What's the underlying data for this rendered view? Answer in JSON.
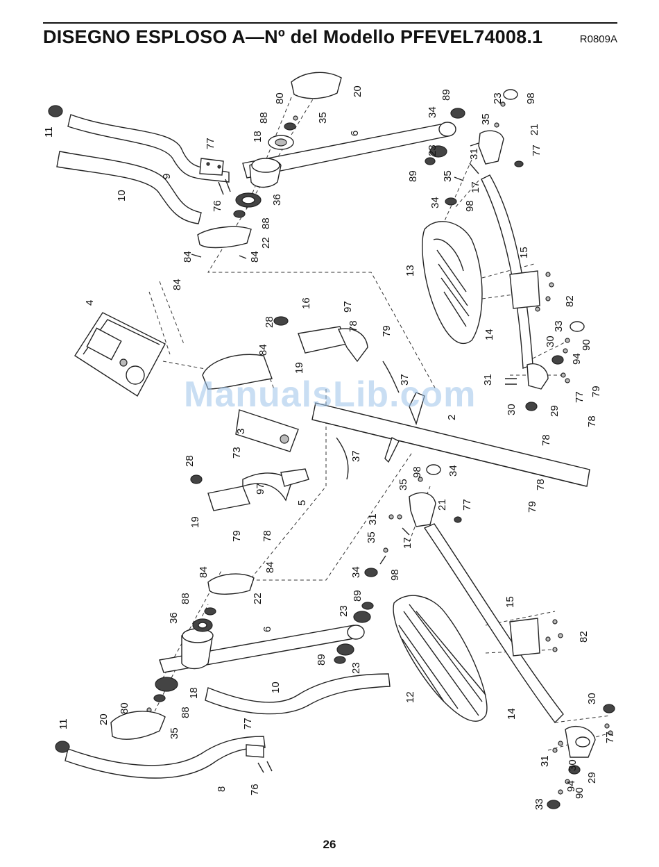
{
  "header": {
    "title": "DISEGNO ESPLOSO A—Nº del Modello PFEVEL74008.1",
    "code": "R0809A"
  },
  "footer": {
    "page_number": "26"
  },
  "watermark": "ManualsLib.com",
  "part_labels": {
    "p1": "11",
    "p2": "10",
    "p3": "9",
    "p4": "77",
    "p5": "76",
    "p6": "80",
    "p7": "20",
    "p8": "88",
    "p9": "35",
    "p10": "18",
    "p11": "6",
    "p12": "36",
    "p13": "88",
    "p14": "22",
    "p15": "84",
    "p16": "84",
    "p17": "89",
    "p18": "23",
    "p19": "98",
    "p20": "34",
    "p21": "35",
    "p22": "21",
    "p23": "23",
    "p24": "31",
    "p25": "77",
    "p26": "89",
    "p27": "35",
    "p28": "17",
    "p29": "34",
    "p30": "98",
    "p31": "13",
    "p32": "15",
    "p33": "82",
    "p34": "14",
    "p35": "33",
    "p36": "90",
    "p37": "30",
    "p38": "94",
    "p39": "31",
    "p40": "77",
    "p41": "29",
    "p42": "30",
    "p43": "79",
    "p44": "78",
    "p45": "78",
    "p46": "4",
    "p47": "84",
    "p48": "16",
    "p49": "97",
    "p50": "28",
    "p51": "78",
    "p52": "79",
    "p53": "84",
    "p54": "19",
    "p55": "37",
    "p56": "2",
    "p57": "3",
    "p58": "73",
    "p59": "37",
    "p60": "28",
    "p61": "97",
    "p62": "5",
    "p63": "19",
    "p64": "79",
    "p65": "78",
    "p66": "78",
    "p67": "79",
    "p68": "98",
    "p69": "34",
    "p70": "35",
    "p71": "21",
    "p72": "77",
    "p73": "31",
    "p74": "35",
    "p75": "17",
    "p76": "34",
    "p77": "98",
    "p78": "84",
    "p79": "84",
    "p80": "22",
    "p81": "88",
    "p82": "36",
    "p83": "6",
    "p84": "89",
    "p85": "23",
    "p86": "89",
    "p87": "23",
    "p88": "15",
    "p89": "82",
    "p90": "10",
    "p91": "12",
    "p92": "14",
    "p93": "20",
    "p94": "80",
    "p95": "18",
    "p96": "88",
    "p97": "35",
    "p98": "11",
    "p99": "77",
    "p100": "76",
    "p101": "8",
    "p102": "30",
    "p103": "31",
    "p104": "30",
    "p105": "29",
    "p106": "77",
    "p107": "94",
    "p108": "90",
    "p109": "33"
  }
}
